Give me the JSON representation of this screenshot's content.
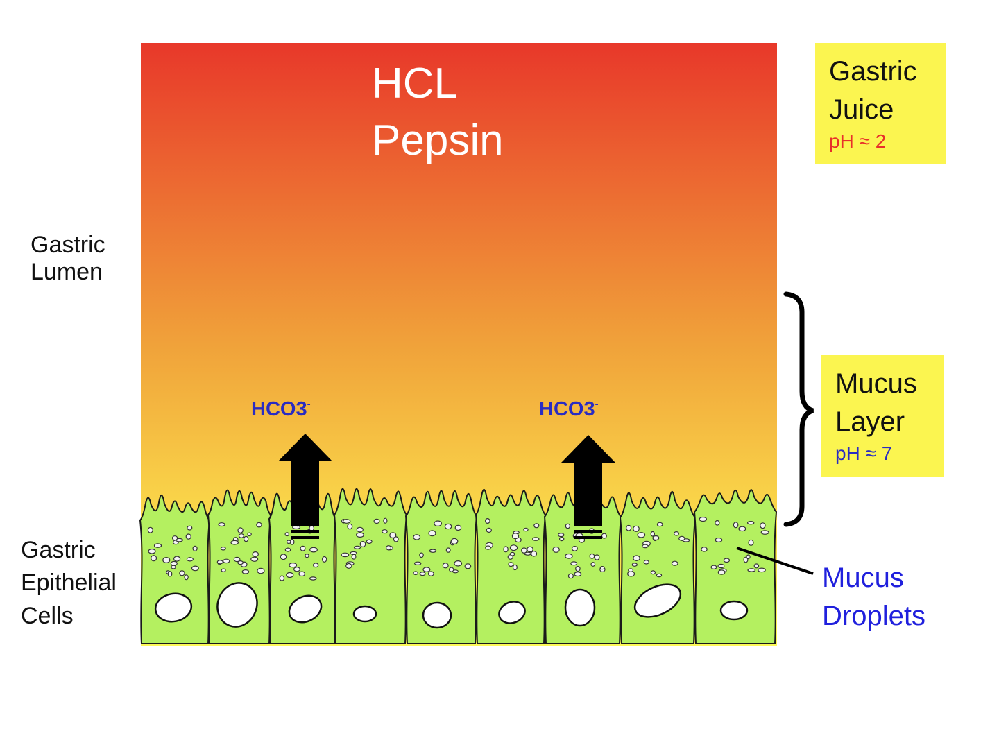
{
  "lumen_contents": {
    "line1": "HCL",
    "line2": "Pepsin"
  },
  "labels": {
    "gastric_lumen": {
      "line1": "Gastric",
      "line2": "Lumen"
    },
    "epithelial_cells": {
      "line1": "Gastric",
      "line2": "Epithelial",
      "line3": "Cells"
    },
    "mucus_droplets": {
      "line1": "Mucus",
      "line2": "Droplets"
    }
  },
  "gastric_juice_box": {
    "line1": "Gastric",
    "line2": "Juice",
    "ph": "pH ≈ 2",
    "ph_color": "#e8302a"
  },
  "mucus_layer_box": {
    "line1": "Mucus",
    "line2": "Layer",
    "ph": "pH ≈ 7",
    "ph_color": "#2a2cc2"
  },
  "bicarbonate": {
    "base": "HCO3",
    "charge": "-",
    "arrow_count": 2
  },
  "colors": {
    "gradient_top": "#e8382a",
    "gradient_mid": "#f0a23a",
    "gradient_bottom": "#fdf858",
    "cell_fill": "#b4f060",
    "cell_stroke": "#1a1a1a",
    "label_box": "#fbf550"
  },
  "cell_count": 9
}
